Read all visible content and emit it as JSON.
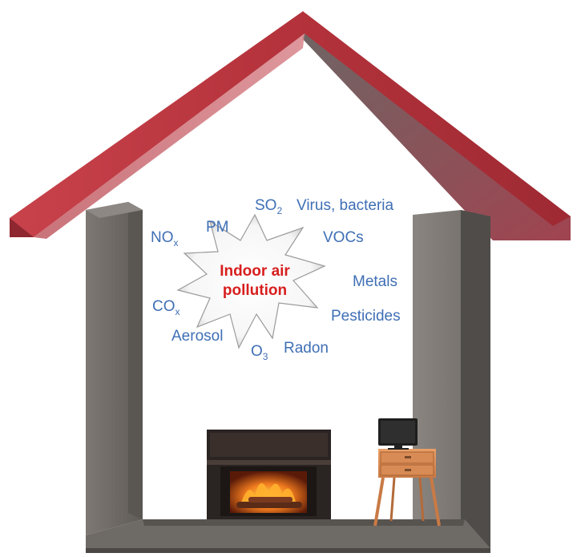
{
  "diagram": {
    "center_label": {
      "line1": "Indoor air",
      "line2": "pollution"
    },
    "pollutants": {
      "pm": "PM",
      "so2_main": "SO",
      "so2_sub": "2",
      "virus": "Virus, bacteria",
      "nox_main": "NO",
      "nox_sub": "x",
      "vocs": "VOCs",
      "metals": "Metals",
      "cox_main": "CO",
      "cox_sub": "x",
      "pesticides": "Pesticides",
      "aerosol": "Aerosol",
      "o3_main": "O",
      "o3_sub": "3",
      "radon": "Radon"
    },
    "colors": {
      "roof": "#b8373f",
      "wall": "#6e6a66",
      "pollutant_text": "#3f6fb5",
      "center_text": "#d81e1e"
    }
  }
}
